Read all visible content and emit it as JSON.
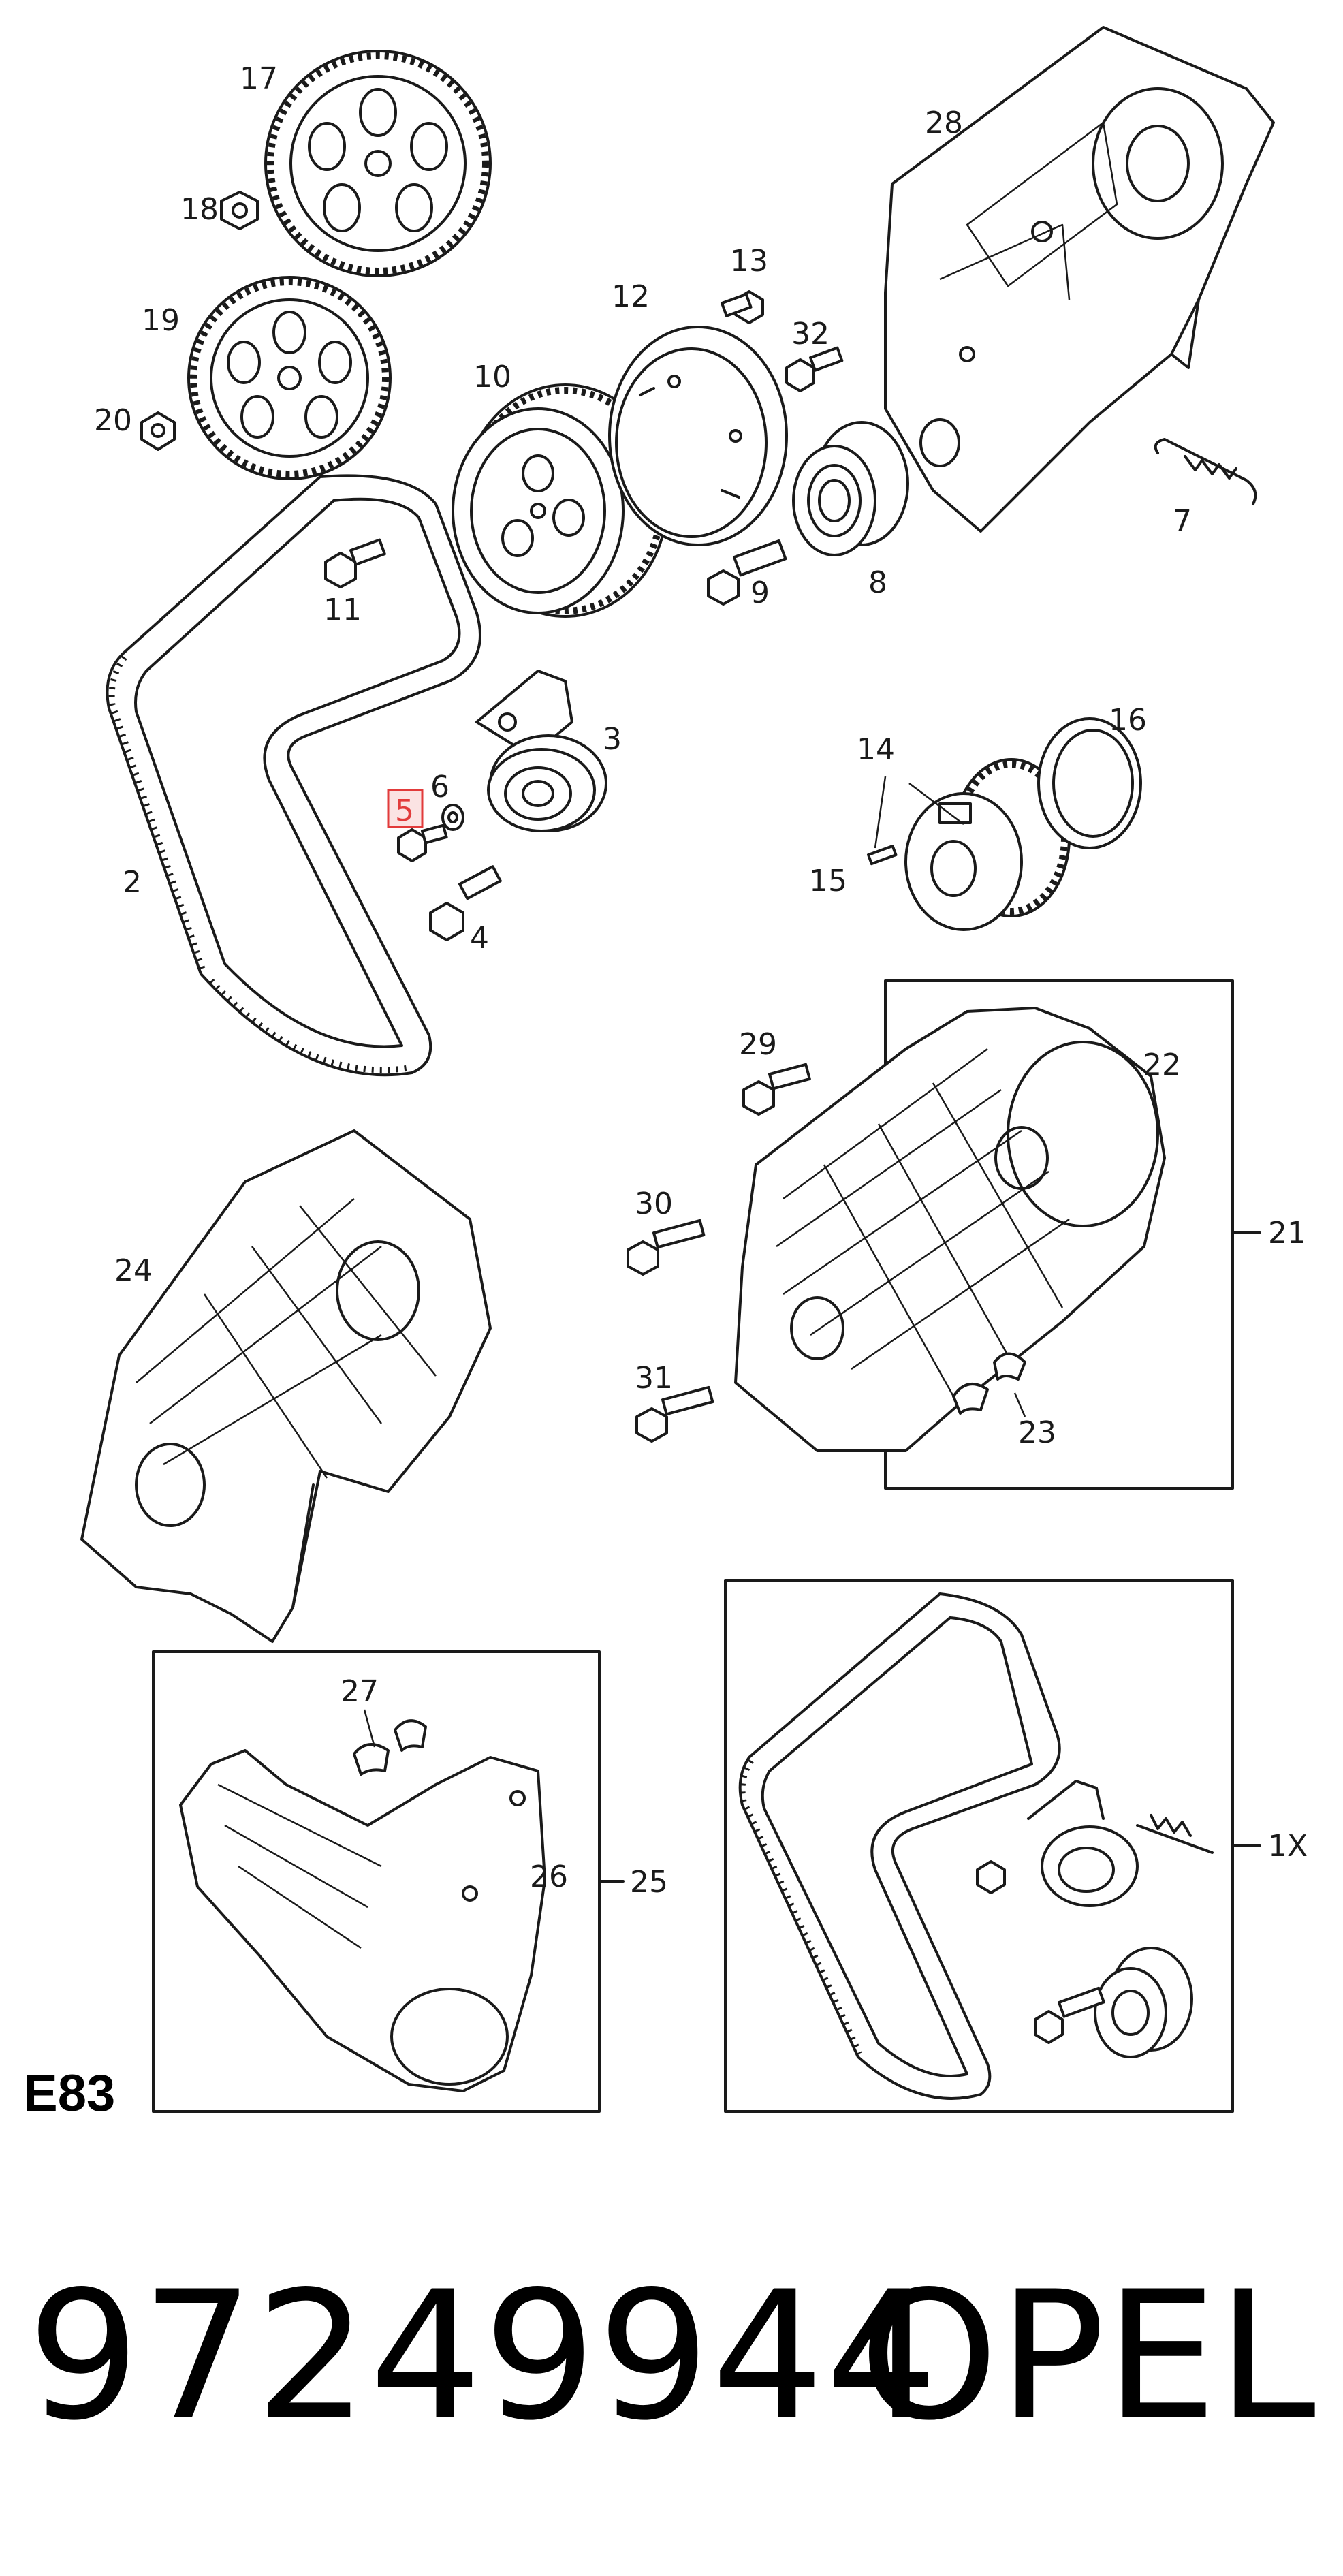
{
  "diagram": {
    "callouts": {
      "c1x": "1X",
      "c2": "2",
      "c3": "3",
      "c4": "4",
      "c5": "5",
      "c6": "6",
      "c7": "7",
      "c8": "8",
      "c9": "9",
      "c10": "10",
      "c11": "11",
      "c12": "12",
      "c13": "13",
      "c14": "14",
      "c15": "15",
      "c16": "16",
      "c17": "17",
      "c18": "18",
      "c19": "19",
      "c20": "20",
      "c21": "21",
      "c22": "22",
      "c23": "23",
      "c24": "24",
      "c25": "25",
      "c26": "26",
      "c27": "27",
      "c28": "28",
      "c29": "29",
      "c30": "30",
      "c31": "31",
      "c32": "32"
    },
    "highlighted_callout": "5",
    "highlight_color": "#e23b3b",
    "code_label": "E83"
  },
  "footer": {
    "part_number": "97249944",
    "brand": "OPEL"
  }
}
